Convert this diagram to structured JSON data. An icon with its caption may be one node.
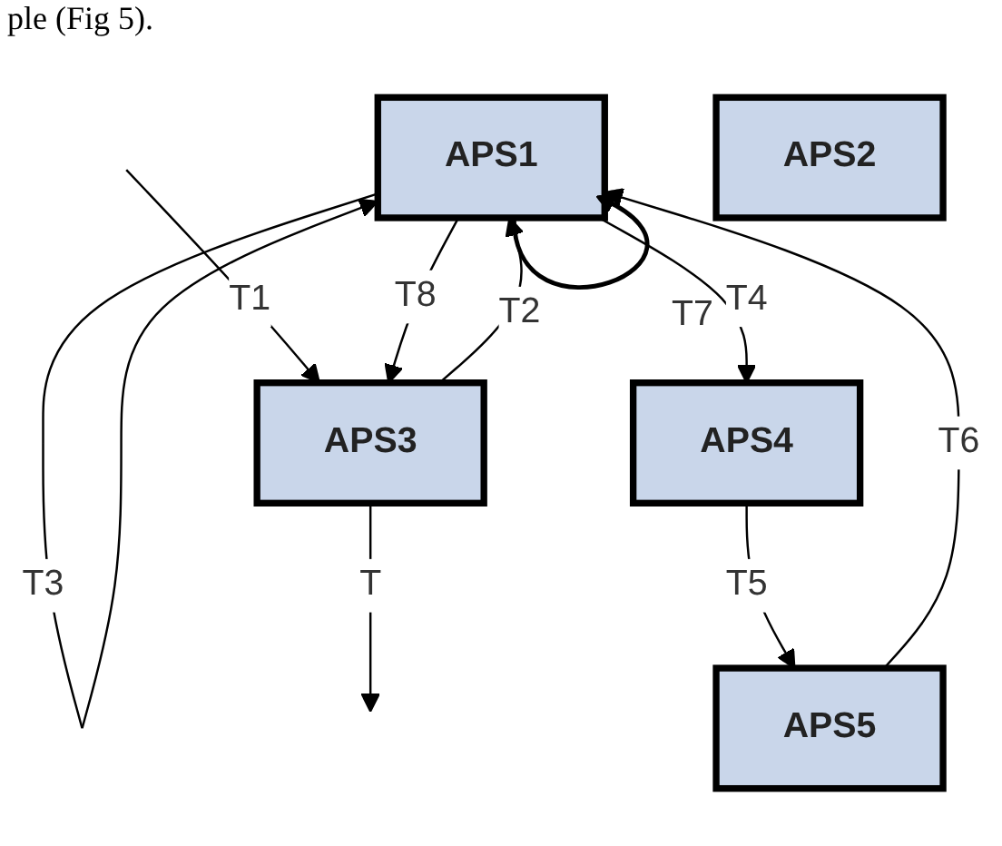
{
  "diagram": {
    "nodes": [
      {
        "text": [
          "APS1"
        ]
      },
      {
        "text": [
          "APS3"
        ]
      },
      {
        "text": [
          "APS2"
        ]
      },
      {
        "text": [
          "APS4"
        ]
      },
      {
        "text": [
          "APS5"
        ]
      }
    ],
    "edges": [
      {
        "from": 0,
        "to": 0,
        "label": "T3",
        "arrow": "to"
      },
      {
        "from": null,
        "to": 1,
        "label": "T1",
        "arrow": "to"
      },
      {
        "from": 1,
        "to": null,
        "label": "T",
        "arrow": "to"
      },
      {
        "from": 1,
        "to": 0,
        "label": "T2",
        "arrow": "to"
      },
      {
        "from": 0,
        "to": 1,
        "label": "T8",
        "arrow": "to"
      },
      {
        "from": 0,
        "to": 0,
        "label": "T7",
        "arrow": "to"
      },
      {
        "from": 0,
        "to": 3,
        "label": "T4",
        "arrow": "to"
      },
      {
        "from": 4,
        "to": 0,
        "label": "T6",
        "arrow": "to"
      },
      {
        "from": 3,
        "to": 4,
        "label": "T5",
        "arrow": "to"
      }
    ],
    "labels": [
      "ple (Fig 5)."
    ]
  }
}
